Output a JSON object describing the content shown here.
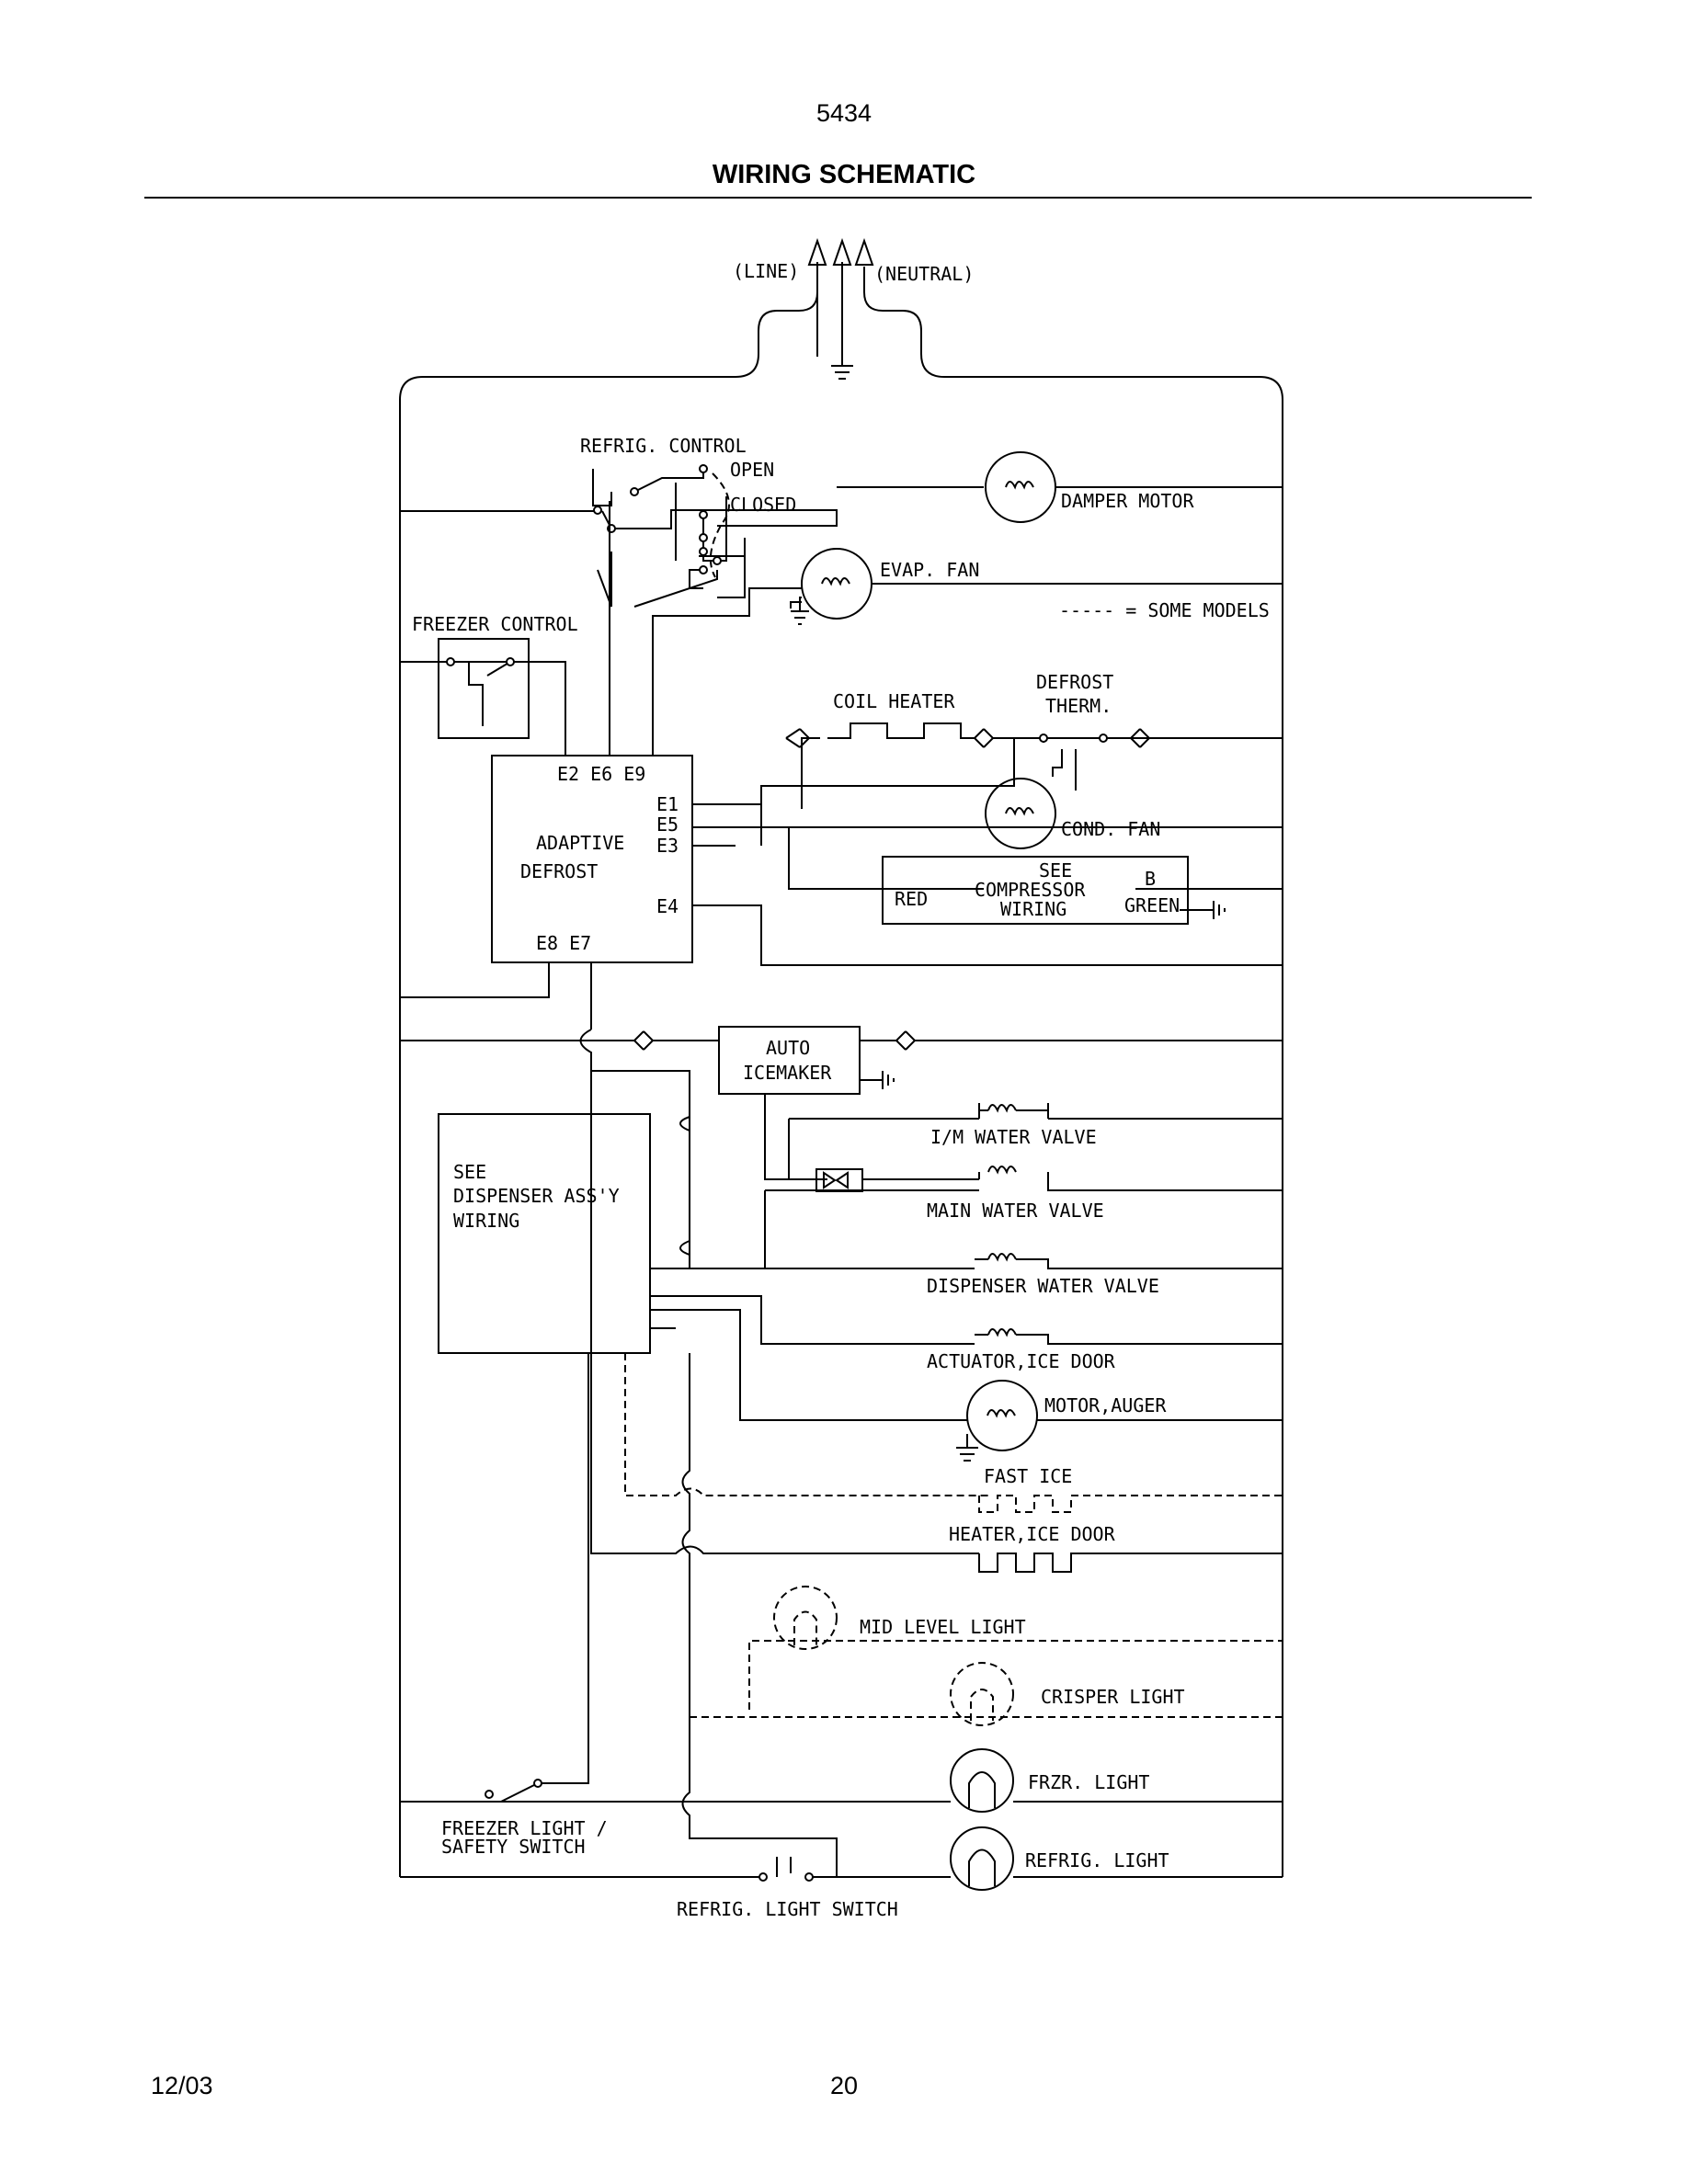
{
  "header": {
    "model_number": "5434",
    "title": "WIRING SCHEMATIC"
  },
  "footer": {
    "date": "12/03",
    "page_number": "20"
  },
  "labels": {
    "line": "(LINE)",
    "neutral": "(NEUTRAL)",
    "refrig_control": "REFRIG. CONTROL",
    "open": "OPEN",
    "closed": "CLOSED",
    "damper_motor": "DAMPER MOTOR",
    "evap_fan": "EVAP. FAN",
    "some_models": "----- = SOME MODELS",
    "freezer_control": "FREEZER CONTROL",
    "coil_heater": "COIL HEATER",
    "defrost_therm_1": "DEFROST",
    "defrost_therm_2": "THERM.",
    "adaptive_1": "ADAPTIVE",
    "adaptive_2": "DEFROST",
    "e_top": "E2 E6 E9",
    "e1": "E1",
    "e5": "E5",
    "e3": "E3",
    "e4": "E4",
    "e_bottom": "E8 E7",
    "cond_fan": "COND. FAN",
    "see_comp_1": "SEE",
    "see_comp_2": "COMPRESSOR",
    "see_comp_3": "WIRING",
    "red": "RED",
    "b": "B",
    "green": "GREEN",
    "auto_icemaker_1": "AUTO",
    "auto_icemaker_2": "ICEMAKER",
    "see_dispenser_1": "SEE",
    "see_dispenser_2": "DISPENSER ASS'Y",
    "see_dispenser_3": "WIRING",
    "im_water_valve": "I/M WATER VALVE",
    "main_water_valve": "MAIN WATER VALVE",
    "dispenser_water_valve": "DISPENSER WATER VALVE",
    "actuator_ice_door": "ACTUATOR,ICE DOOR",
    "motor_auger": "MOTOR,AUGER",
    "fast_ice": "FAST ICE",
    "heater_ice_door": "HEATER,ICE DOOR",
    "mid_level_light": "MID LEVEL LIGHT",
    "crisper_light": "CRISPER LIGHT",
    "frzr_light": "FRZR. LIGHT",
    "refrig_light": "REFRIG. LIGHT",
    "freezer_light_switch_1": "FREEZER LIGHT /",
    "freezer_light_switch_2": "SAFETY SWITCH",
    "refrig_light_switch": "REFRIG. LIGHT SWITCH"
  }
}
